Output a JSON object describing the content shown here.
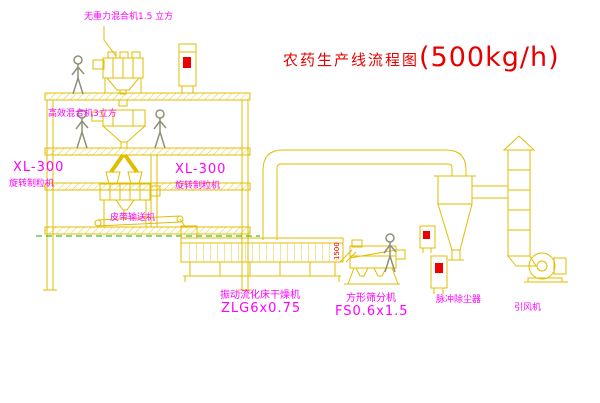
{
  "title": {
    "text": "农药生产线流程图",
    "capacity": "(500kg/h)"
  },
  "labels": {
    "mixer_top": "无重力混合机1.5 立方",
    "mixer_mid": "高效混合机3立方",
    "granulator_left_model": "XL-300",
    "granulator_left_name": "旋转制粒机",
    "granulator_center_model": "XL-300",
    "granulator_center_name": "旋转制粒机",
    "belt_conveyor": "皮带输送机",
    "dryer_name": "振动流化床干燥机",
    "dryer_model": "ZLG6x0.75",
    "sieve_name": "方形筛分机",
    "sieve_model": "FS0.6x1.5",
    "dust_collector": "脉冲除尘器",
    "fan": "引风机",
    "dimension": "1500"
  },
  "colors": {
    "line": "#e0be00",
    "label_text": "#ff00ff",
    "title_text": "#e60000",
    "status_red": "#ee0000",
    "dashed_line": "#00b400",
    "figure": "#8f8f7a",
    "background": "#ffffff"
  }
}
